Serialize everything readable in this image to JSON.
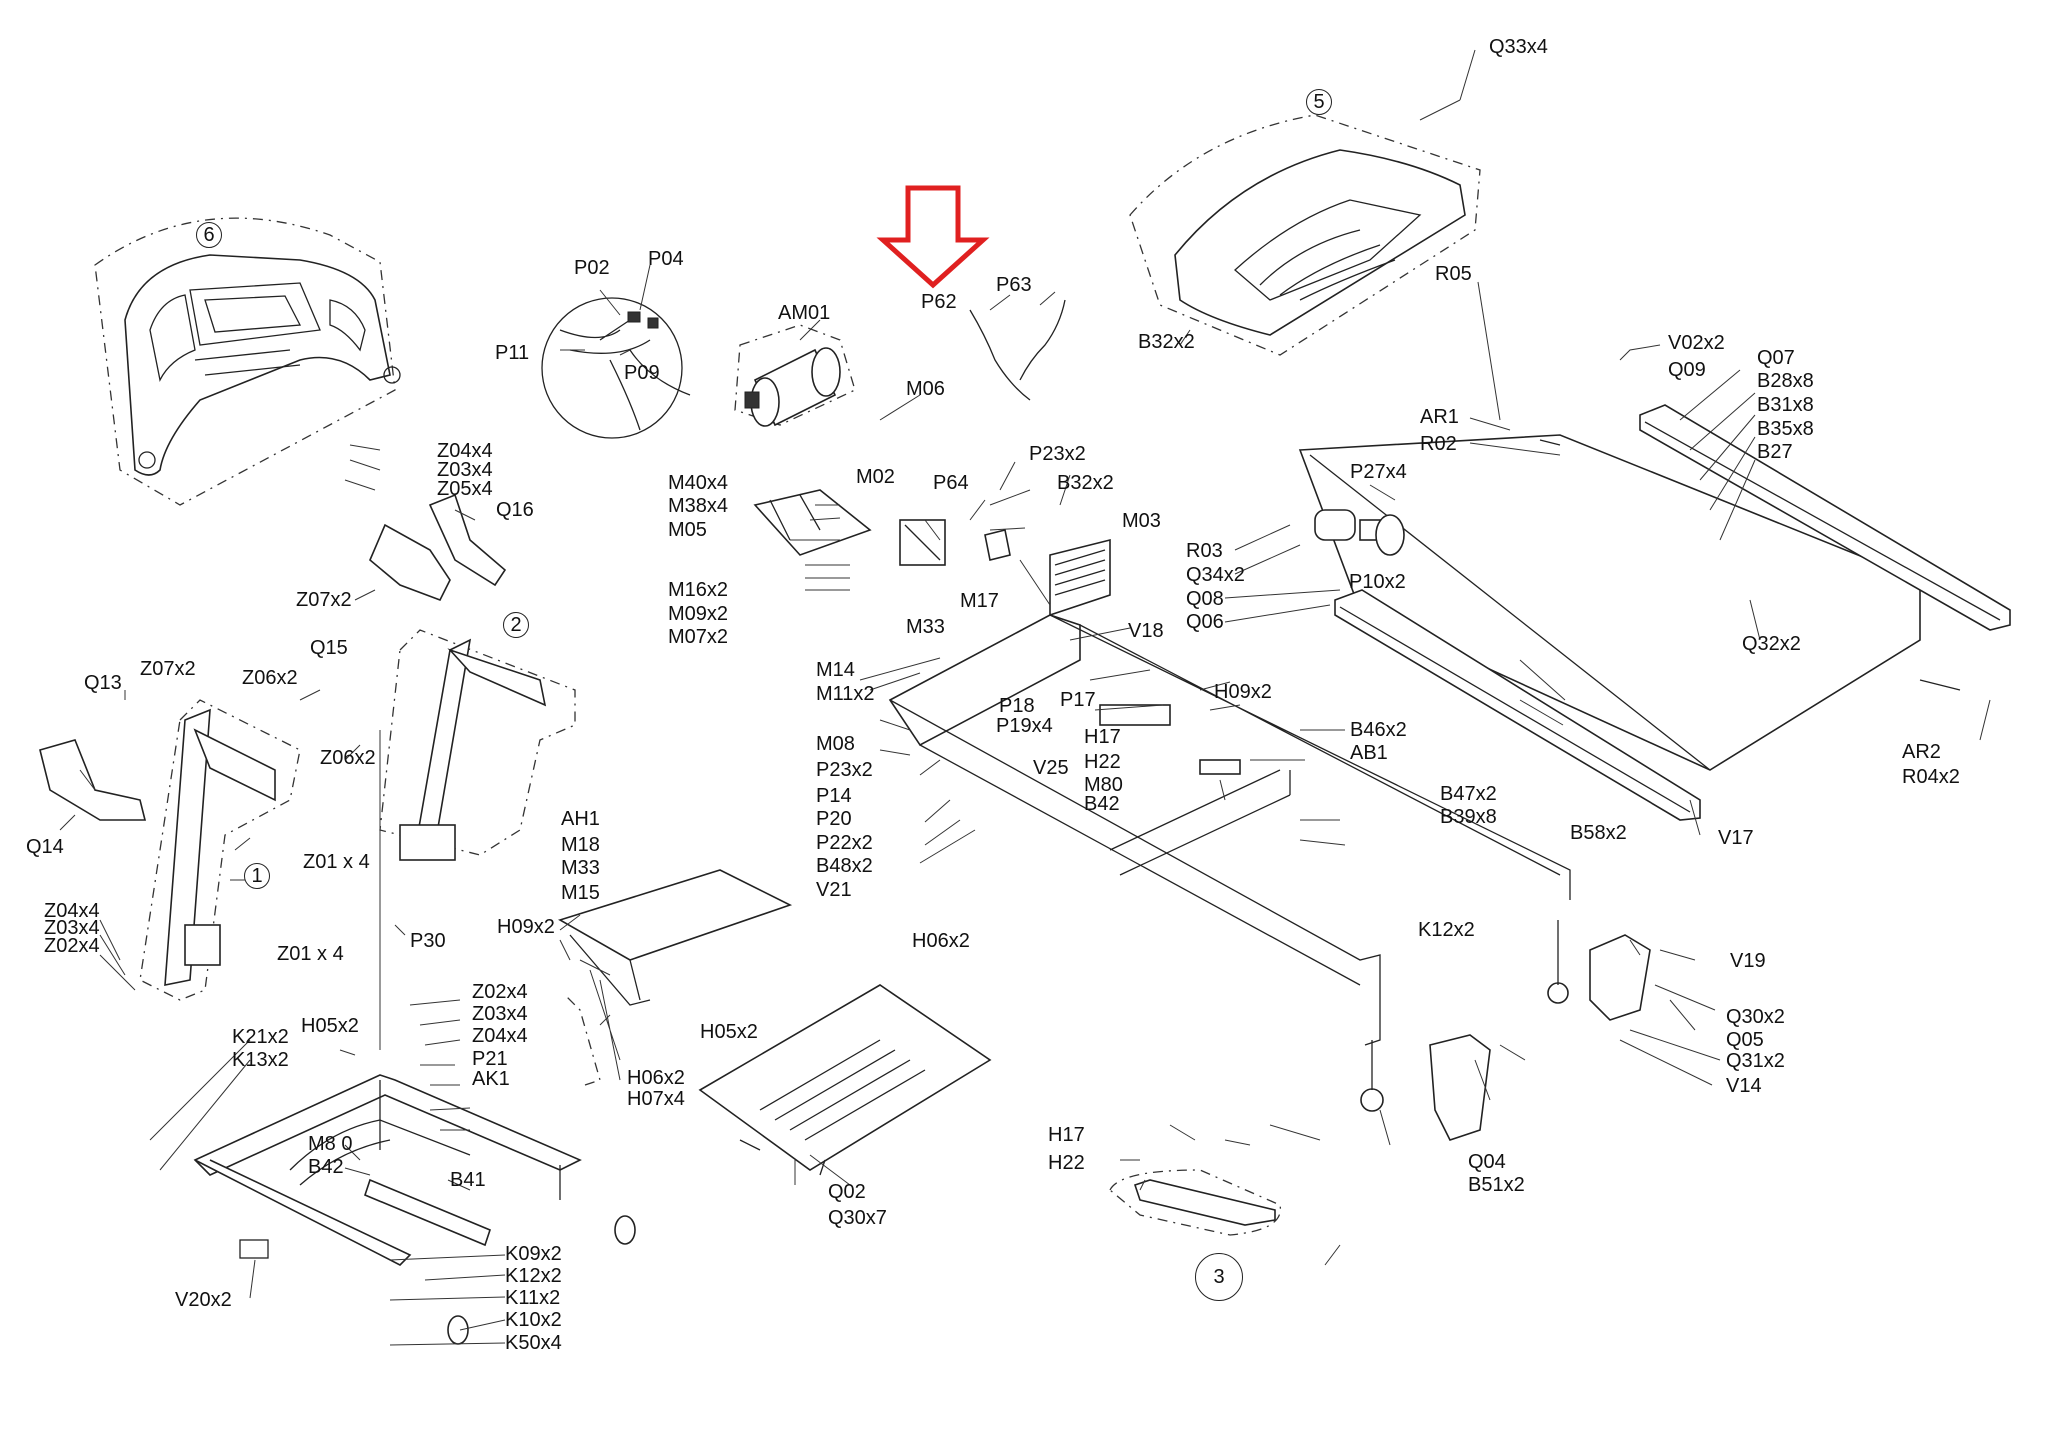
{
  "assemblies": [
    "1",
    "2",
    "3",
    "5",
    "6"
  ],
  "highlight": {
    "color": "#e02020",
    "target": "P62"
  },
  "labels": [
    "Q33x4",
    "P04",
    "P02",
    "P11",
    "P09",
    "AM01",
    "M06",
    "P62",
    "P63",
    "R05",
    "V02x2",
    "Q09",
    "Q07",
    "B28x8",
    "B31x8",
    "B35x8",
    "B27",
    "AR1",
    "R02",
    "P27x4",
    "R03",
    "Q34x2",
    "P10x2",
    "Q08",
    "Q06",
    "Q32x2",
    "B32x2",
    "Z04x4",
    "Z03x4",
    "Z05x4",
    "Q16",
    "Z07x2",
    "Q15",
    "Z06x2",
    "Q13",
    "Q14",
    "M40x4",
    "M38x4",
    "M05",
    "M16x2",
    "M09x2",
    "M07x2",
    "M02",
    "P64",
    "P23x2",
    "M03",
    "M17",
    "M33",
    "V18",
    "M14",
    "M11x2",
    "P18",
    "P19x4",
    "P17",
    "H09x2",
    "B46x2",
    "AB1",
    "M08",
    "H17",
    "H22",
    "M80",
    "B42",
    "V25",
    "P14",
    "P20",
    "P22x2",
    "B48x2",
    "V21",
    "H06x2",
    "B47x2",
    "B39x8",
    "B58x2",
    "AR2",
    "R04x2",
    "V17",
    "K12x2",
    "V19",
    "Q30x2",
    "Q05",
    "Q31x2",
    "V14",
    "Q04",
    "B51x2",
    "Q02",
    "Q30x7",
    "Z01 x 4",
    "Z02x4",
    "P30",
    "AH1",
    "M18",
    "M15",
    "H05x2",
    "H07x4",
    "P21",
    "AK1",
    "M8 0",
    "B41",
    "K21x2",
    "K13x2",
    "K09x2",
    "K11x2",
    "K10x2",
    "K50x4",
    "V20x2"
  ]
}
